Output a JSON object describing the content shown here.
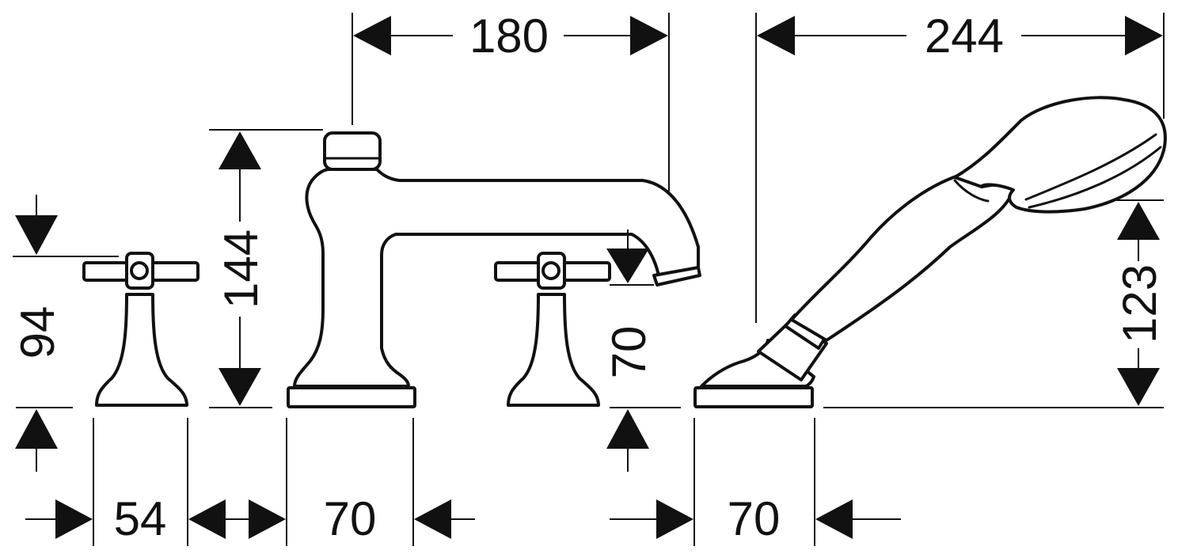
{
  "dimensions": {
    "spout_reach": "180",
    "handshower_length": "244",
    "spout_height": "144",
    "handle_height": "94",
    "spout_outlet_height": "70",
    "handshower_height": "123",
    "handle_base_width": "54",
    "spout_base_width": "70",
    "holder_base_width": "70"
  },
  "colors": {
    "line": "#111111",
    "background": "#ffffff"
  }
}
